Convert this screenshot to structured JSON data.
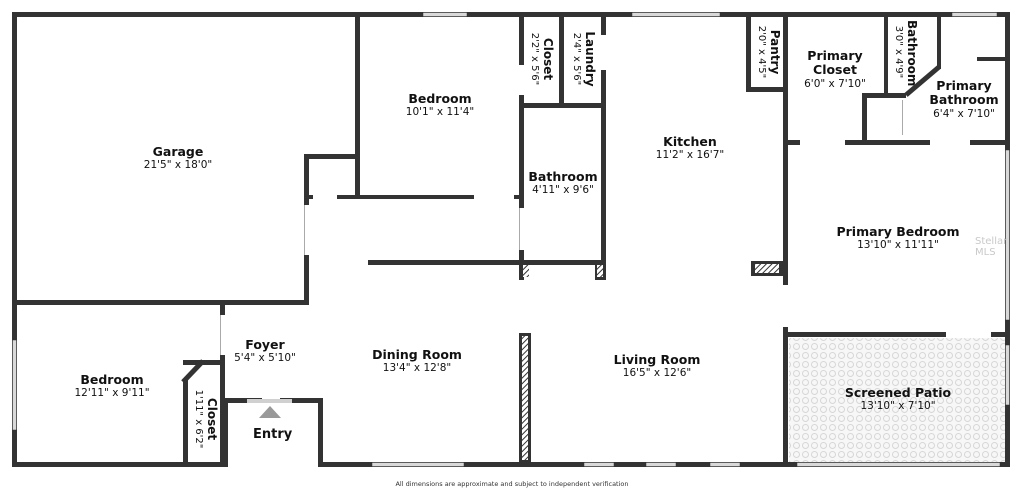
{
  "rooms": {
    "garage": {
      "name": "Garage",
      "dims": "21'5\" x 18'0\""
    },
    "bedroom_top": {
      "name": "Bedroom",
      "dims": "10'1\" x 11'4\""
    },
    "closet_top": {
      "name": "Closet",
      "dims": "2'2\" x 5'6\""
    },
    "laundry": {
      "name": "Laundry",
      "dims": "2'4\" x 5'6\""
    },
    "bathroom_center": {
      "name": "Bathroom",
      "dims": "4'11\" x 9'6\""
    },
    "kitchen": {
      "name": "Kitchen",
      "dims": "11'2\" x 16'7\""
    },
    "pantry": {
      "name": "Pantry",
      "dims": "2'0\" x 4'5\""
    },
    "primary_closet": {
      "name_line1": "Primary",
      "name_line2": "Closet",
      "dims": "6'0\" x 7'10\""
    },
    "bathroom_small": {
      "name": "Bathroom",
      "dims": "3'0\" x 4'9\""
    },
    "primary_bathroom": {
      "name_line1": "Primary",
      "name_line2": "Bathroom",
      "dims": "6'4\" x 7'10\""
    },
    "primary_bedroom": {
      "name": "Primary Bedroom",
      "dims": "13'10\" x 11'11\""
    },
    "bedroom_left": {
      "name": "Bedroom",
      "dims": "12'11\" x 9'11\""
    },
    "closet_left": {
      "name": "Closet",
      "dims": "1'11\" x 6'2\""
    },
    "foyer": {
      "name": "Foyer",
      "dims": "5'4\" x 5'10\""
    },
    "dining_room": {
      "name": "Dining Room",
      "dims": "13'4\" x 12'8\""
    },
    "living_room": {
      "name": "Living Room",
      "dims": "16'5\" x 12'6\""
    },
    "screened_patio": {
      "name": "Screened Patio",
      "dims": "13'10\" x 7'10\""
    }
  },
  "entry_label": "Entry",
  "disclaimer": "All dimensions are approximate and subject to independent verification",
  "watermark": "Stellar MLS",
  "colors": {
    "wall": "#333333",
    "window": "#d9d9d9",
    "patio_tile": "#e6e6e6"
  }
}
